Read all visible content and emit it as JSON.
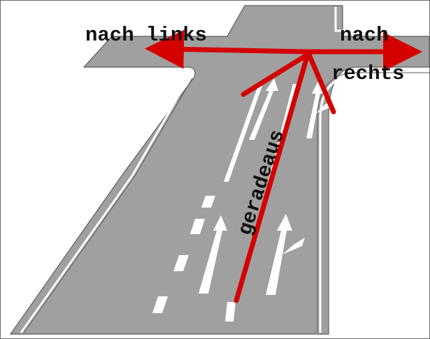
{
  "labels": {
    "left": "nach links",
    "right_line1": "nach",
    "right_line2": "rechts",
    "straight": "geradeaus"
  },
  "colors": {
    "road": "#a0a0a0",
    "curb_line": "#ffffff",
    "curb_edge": "#5e5e5e",
    "marking": "#ffffff",
    "route_arrows": "#d40000"
  },
  "icons": {
    "lane_arrow_straight": "straight-arrow",
    "lane_arrow_straight_right": "straight-right-arrow",
    "lane_arrow_straight_left": "straight-left-arrow"
  }
}
